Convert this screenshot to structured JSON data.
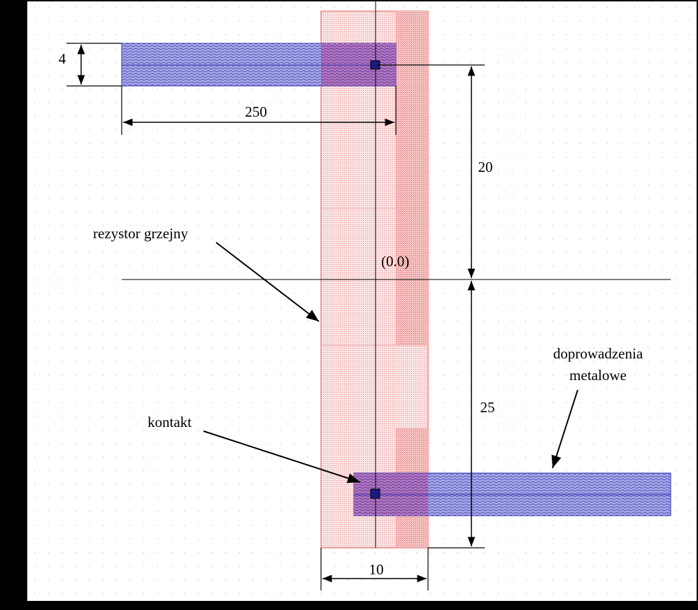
{
  "diagram": {
    "labels": {
      "resistor": "rezystor grzejny",
      "contact": "kontakt",
      "leads_line1": "doprowadzenia",
      "leads_line2": "metalowe",
      "origin": "(0.0)"
    },
    "dimensions": {
      "lead_width": "4",
      "lead_length": "250",
      "upper_distance": "20",
      "lower_distance": "25",
      "resistor_width": "10"
    },
    "colors": {
      "resistor_fill": "#f5c6c6",
      "resistor_outline": "#e05050",
      "metal_fill": "#8d8fd8",
      "metal_outline": "#3a3ab8",
      "contact_fill": "#1a1a80"
    }
  }
}
